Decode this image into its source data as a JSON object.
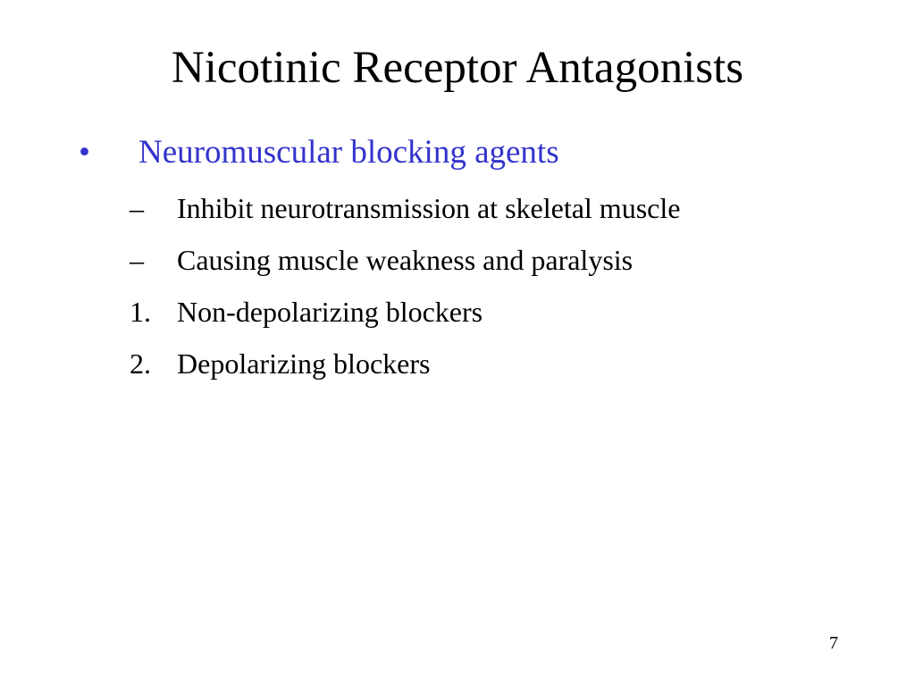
{
  "slide": {
    "title": "Nicotinic Receptor Antagonists",
    "page_number": "7",
    "accent_color": "#3333cc",
    "text_color": "#000000",
    "bullets": [
      {
        "marker": "•",
        "text": "Neuromuscular blocking agents",
        "sub": [
          {
            "marker": "–",
            "text": "Inhibit neurotransmission at skeletal muscle"
          },
          {
            "marker": "–",
            "text": "Causing muscle weakness and paralysis"
          },
          {
            "marker": "1.",
            "text": "Non-depolarizing blockers"
          },
          {
            "marker": "2.",
            "text": "Depolarizing blockers"
          }
        ]
      }
    ]
  }
}
